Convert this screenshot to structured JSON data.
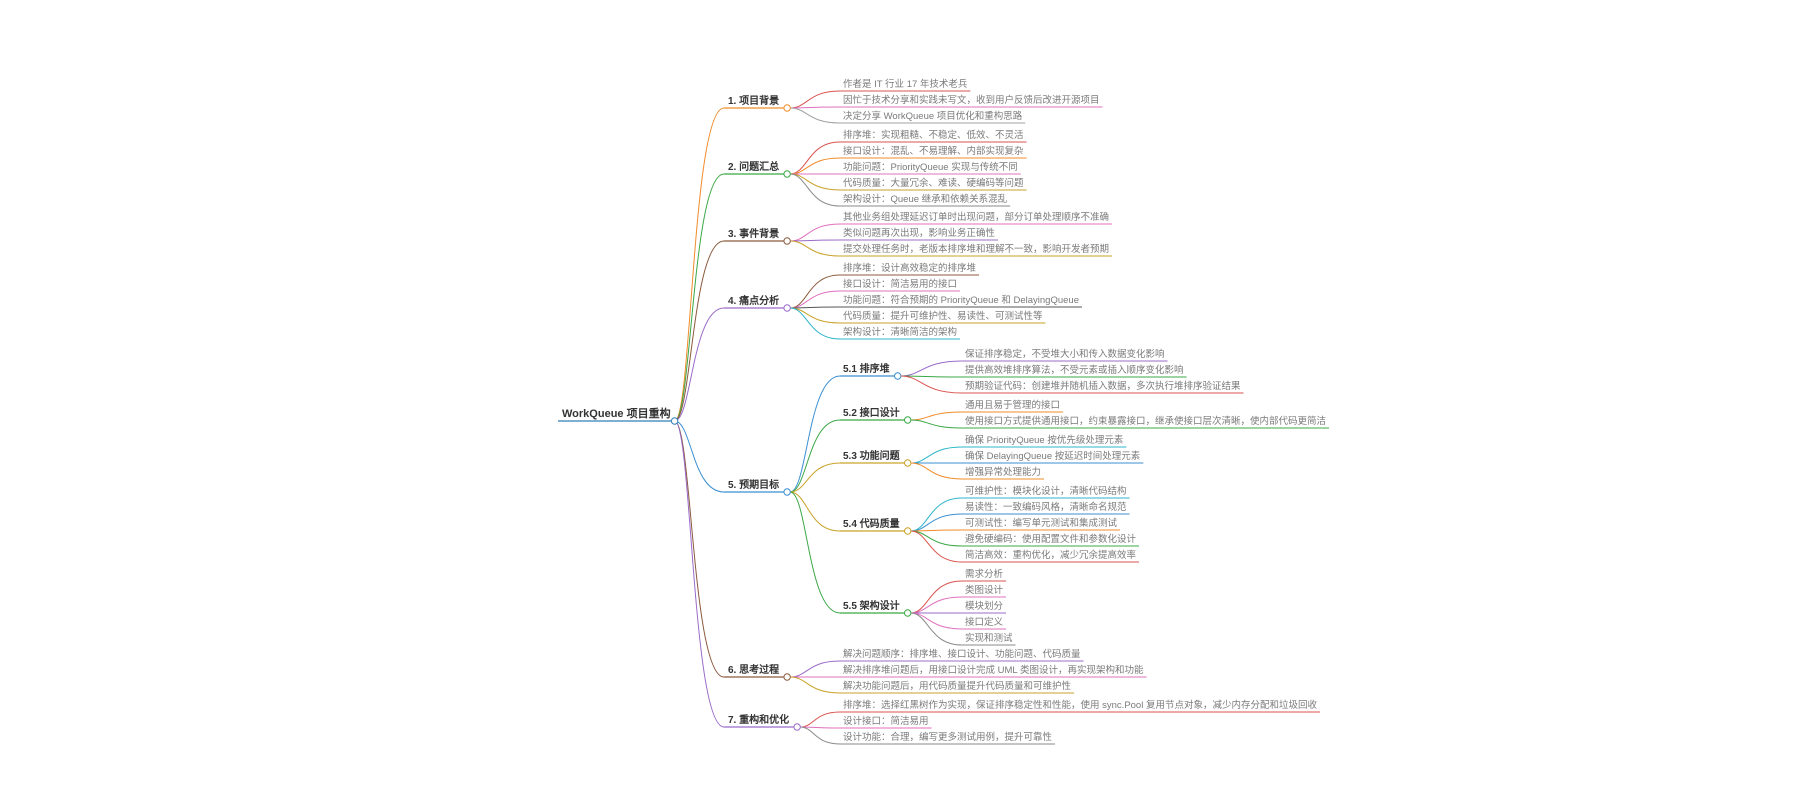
{
  "mindmap": {
    "root": {
      "label": "WorkQueue 项目重构",
      "color": "#2f7fb8"
    },
    "branches": [
      {
        "label": "1. 项目背景",
        "color": "#f08c2b",
        "children": [
          {
            "label": "作者是 IT 行业 17 年技术老兵",
            "color": "#d9534f"
          },
          {
            "label": "因忙于技术分享和实践未写文，收到用户反馈后改进开源项目",
            "color": "#e06fbf"
          },
          {
            "label": "决定分享 WorkQueue 项目优化和重构思路",
            "color": "#a0a0a0"
          }
        ]
      },
      {
        "label": "2. 问题汇总",
        "color": "#3aa845",
        "children": [
          {
            "label": "排序堆：实现粗糙、不稳定、低效、不灵活",
            "color": "#d9534f"
          },
          {
            "label": "接口设计：混乱、不易理解、内部实现复杂",
            "color": "#f08c2b"
          },
          {
            "label": "功能问题：PriorityQueue 实现与传统不同",
            "color": "#e06fbf"
          },
          {
            "label": "代码质量：大量冗余、难读、硬编码等问题",
            "color": "#c9a227"
          },
          {
            "label": "架构设计：Queue 继承和依赖关系混乱",
            "color": "#8a8a8a"
          }
        ]
      },
      {
        "label": "3. 事件背景",
        "color": "#8b5a3c",
        "children": [
          {
            "label": "其他业务组处理延迟订单时出现问题，部分订单处理顺序不准确",
            "color": "#e06fbf"
          },
          {
            "label": "类似问题再次出现，影响业务正确性",
            "color": "#9b6bc9"
          },
          {
            "label": "提交处理任务时，老版本排序堆和理解不一致，影响开发者预期",
            "color": "#c9a227"
          }
        ]
      },
      {
        "label": "4. 痛点分析",
        "color": "#9b6bc9",
        "children": [
          {
            "label": "排序堆：设计高效稳定的排序堆",
            "color": "#8b5a3c"
          },
          {
            "label": "接口设计：简洁易用的接口",
            "color": "#e06fbf"
          },
          {
            "label": "功能问题：符合预期的 PriorityQueue 和 DelayingQueue",
            "color": "#555555"
          },
          {
            "label": "代码质量：提升可维护性、易读性、可测试性等",
            "color": "#c9a227"
          },
          {
            "label": "架构设计：清晰简洁的架构",
            "color": "#2bb5c9"
          }
        ]
      },
      {
        "label": "5. 预期目标",
        "color": "#3a8fd1",
        "subs": [
          {
            "label": "5.1 排序堆",
            "color": "#3a8fd1",
            "children": [
              {
                "label": "保证排序稳定，不受堆大小和传入数据变化影响",
                "color": "#9b6bc9"
              },
              {
                "label": "提供高效堆排序算法，不受元素或插入顺序变化影响",
                "color": "#3aa845"
              },
              {
                "label": "预期验证代码：创建堆并随机插入数据，多次执行堆排序验证结果",
                "color": "#d9534f"
              }
            ]
          },
          {
            "label": "5.2 接口设计",
            "color": "#3aa845",
            "children": [
              {
                "label": "通用且易于管理的接口",
                "color": "#f08c2b"
              },
              {
                "label": "使用接口方式提供通用接口，约束暴露接口，继承使接口层次清晰，使内部代码更简洁",
                "color": "#3aa845"
              }
            ]
          },
          {
            "label": "5.3 功能问题",
            "color": "#c9a227",
            "children": [
              {
                "label": "确保 PriorityQueue 按优先级处理元素",
                "color": "#2bb5c9"
              },
              {
                "label": "确保 DelayingQueue 按延迟时间处理元素",
                "color": "#3a8fd1"
              },
              {
                "label": "增强异常处理能力",
                "color": "#f08c2b"
              }
            ]
          },
          {
            "label": "5.4 代码质量",
            "color": "#c9a227",
            "children": [
              {
                "label": "可维护性：模块化设计，清晰代码结构",
                "color": "#2bb5c9"
              },
              {
                "label": "易读性：一致编码风格，清晰命名规范",
                "color": "#3a8fd1"
              },
              {
                "label": "可测试性：编写单元测试和集成测试",
                "color": "#f08c2b"
              },
              {
                "label": "避免硬编码：使用配置文件和参数化设计",
                "color": "#3aa845"
              },
              {
                "label": "简洁高效：重构优化，减少冗余提高效率",
                "color": "#d9534f"
              }
            ]
          },
          {
            "label": "5.5 架构设计",
            "color": "#3aa845",
            "children": [
              {
                "label": "需求分析",
                "color": "#d9534f"
              },
              {
                "label": "类图设计",
                "color": "#e06fbf"
              },
              {
                "label": "模块划分",
                "color": "#9b6bc9"
              },
              {
                "label": "接口定义",
                "color": "#e06fbf"
              },
              {
                "label": "实现和测试",
                "color": "#8a8a8a"
              }
            ]
          }
        ]
      },
      {
        "label": "6. 思考过程",
        "color": "#8b5a3c",
        "children": [
          {
            "label": "解决问题顺序：排序堆、接口设计、功能问题、代码质量",
            "color": "#9b6bc9"
          },
          {
            "label": "解决排序堆问题后，用接口设计完成 UML 类图设计，再实现架构和功能",
            "color": "#e06fbf"
          },
          {
            "label": "解决功能问题后，用代码质量提升代码质量和可维护性",
            "color": "#c9a227"
          }
        ]
      },
      {
        "label": "7. 重构和优化",
        "color": "#9b6bc9",
        "children": [
          {
            "label": "排序堆：选择红黑树作为实现，保证排序稳定性和性能，使用 sync.Pool 复用节点对象，减少内存分配和垃圾回收",
            "color": "#d9534f"
          },
          {
            "label": "设计接口：简洁易用",
            "color": "#e06fbf"
          },
          {
            "label": "设计功能：合理，编写更多测试用例，提升可靠性",
            "color": "#8a8a8a"
          }
        ]
      }
    ]
  }
}
